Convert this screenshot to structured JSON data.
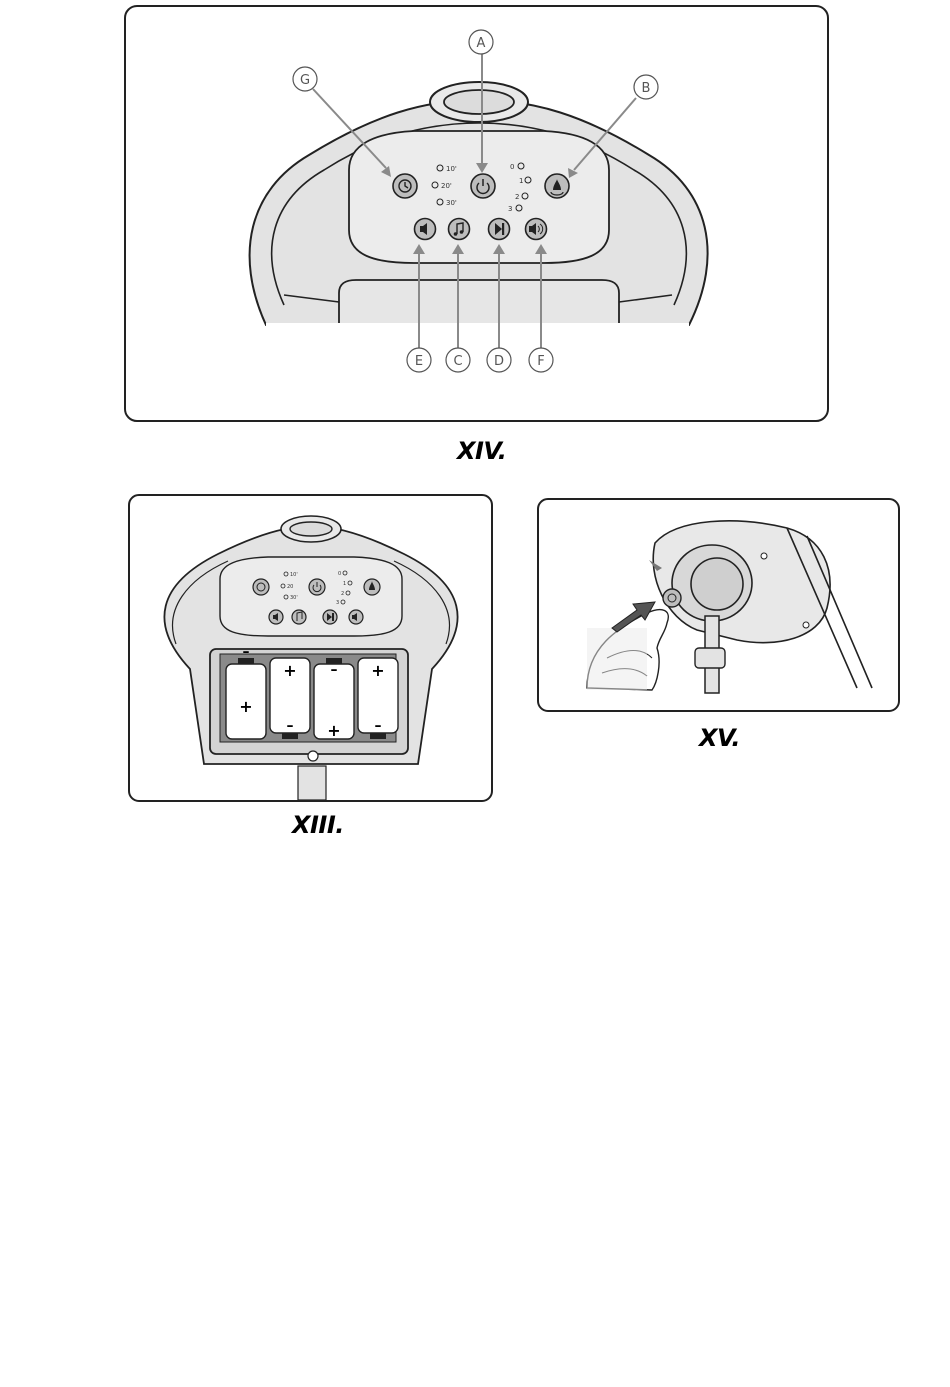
{
  "figures": {
    "xiv": {
      "caption": "XIV.",
      "callouts": {
        "a": "A",
        "b": "B",
        "c": "C",
        "d": "D",
        "e": "E",
        "f": "F",
        "g": "G"
      },
      "timer_options": [
        "10'",
        "20'",
        "30'"
      ],
      "speed_levels": [
        "0",
        "1",
        "2",
        "3"
      ]
    },
    "xiii": {
      "caption": "XIII.",
      "timer_options": [
        "10'",
        "20",
        "30'"
      ],
      "speed_levels": [
        "0",
        "1",
        "2",
        "3"
      ],
      "battery_polarity": {
        "minus": "–",
        "plus": "+"
      }
    },
    "xv": {
      "caption": "XV."
    }
  },
  "icons": {
    "timer": "clock-icon",
    "power": "power-icon",
    "speed": "swing-speed-icon",
    "volume_down": "volume-down-icon",
    "music": "music-note-icon",
    "next": "next-track-icon",
    "volume_up": "volume-up-icon"
  },
  "colors": {
    "outline": "#222222",
    "panel_fill": "#e6e6e6",
    "panel_shade": "#d3d3d3",
    "button_fill": "#bdbdbd",
    "arrow": "#8a8a8a"
  }
}
